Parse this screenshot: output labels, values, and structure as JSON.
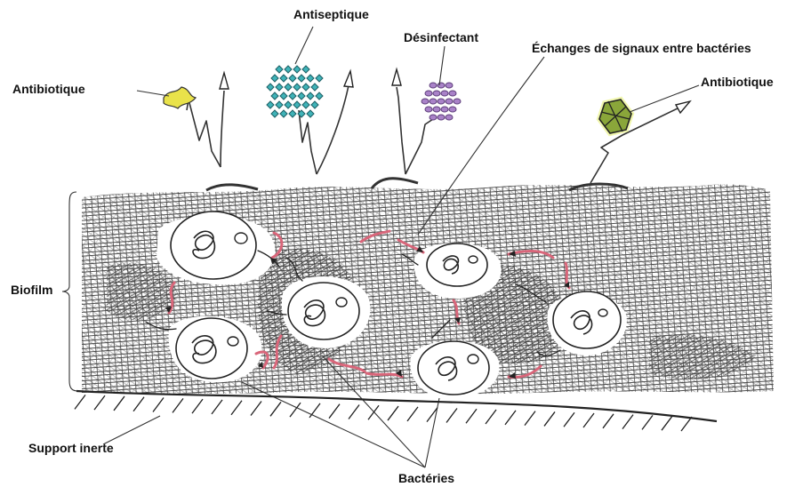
{
  "labels": {
    "antibiotique_left": "Antibiotique",
    "antiseptique": "Antiseptique",
    "desinfectant": "Désinfectant",
    "echanges": "Échanges de signaux entre bactéries",
    "antibiotique_right": "Antibiotique",
    "biofilm": "Biofilm",
    "support": "Support inerte",
    "bacteries": "Bactéries"
  },
  "colors": {
    "ink": "#222222",
    "hatch": "#3a3a3a",
    "signal": "#d9667a",
    "antibiotique_left": "#e9e24a",
    "antiseptique": "#3fb3b8",
    "desinfectant": "#a982c8",
    "antibiotique_right": "#b8c84a"
  },
  "icons": {
    "agent_left": "antibiotic-blob-icon",
    "agent_antiseptique": "antiseptic-cluster-icon",
    "agent_desinfectant": "disinfectant-cluster-icon",
    "agent_right": "antibiotic-hexagon-icon"
  }
}
